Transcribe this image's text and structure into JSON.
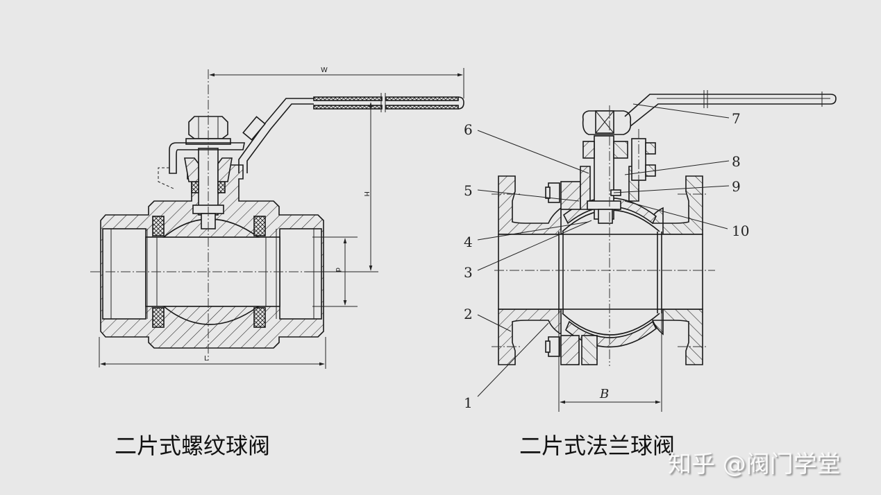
{
  "left_figure": {
    "caption": "二片式螺纹球阀",
    "dimensions": {
      "width_label": "W",
      "height_label": "H",
      "bore_label": "d",
      "length_label": "L"
    }
  },
  "right_figure": {
    "caption": "二片式法兰球阀",
    "dimensions": {
      "b_label": "B"
    },
    "part_callouts": [
      "1",
      "2",
      "3",
      "4",
      "5",
      "6",
      "7",
      "8",
      "9",
      "10"
    ]
  },
  "watermark": "知乎 @阀门学堂"
}
